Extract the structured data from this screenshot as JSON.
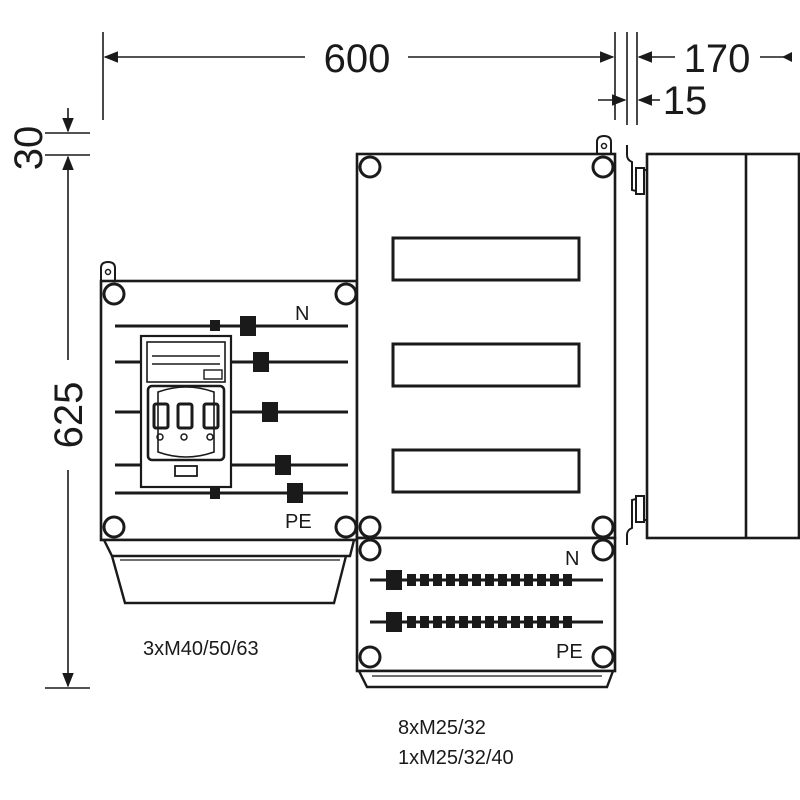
{
  "dimensions": {
    "width": "600",
    "depth": "170",
    "offset": "15",
    "top_gap": "30",
    "height": "625"
  },
  "left_box": {
    "n_label": "N",
    "pe_label": "PE",
    "cable_entry": "3xM40/50/63"
  },
  "right_box": {
    "n_label": "N",
    "pe_label": "PE",
    "cable_entry_1": "8xM25/32",
    "cable_entry_2": "1xM25/32/40"
  }
}
